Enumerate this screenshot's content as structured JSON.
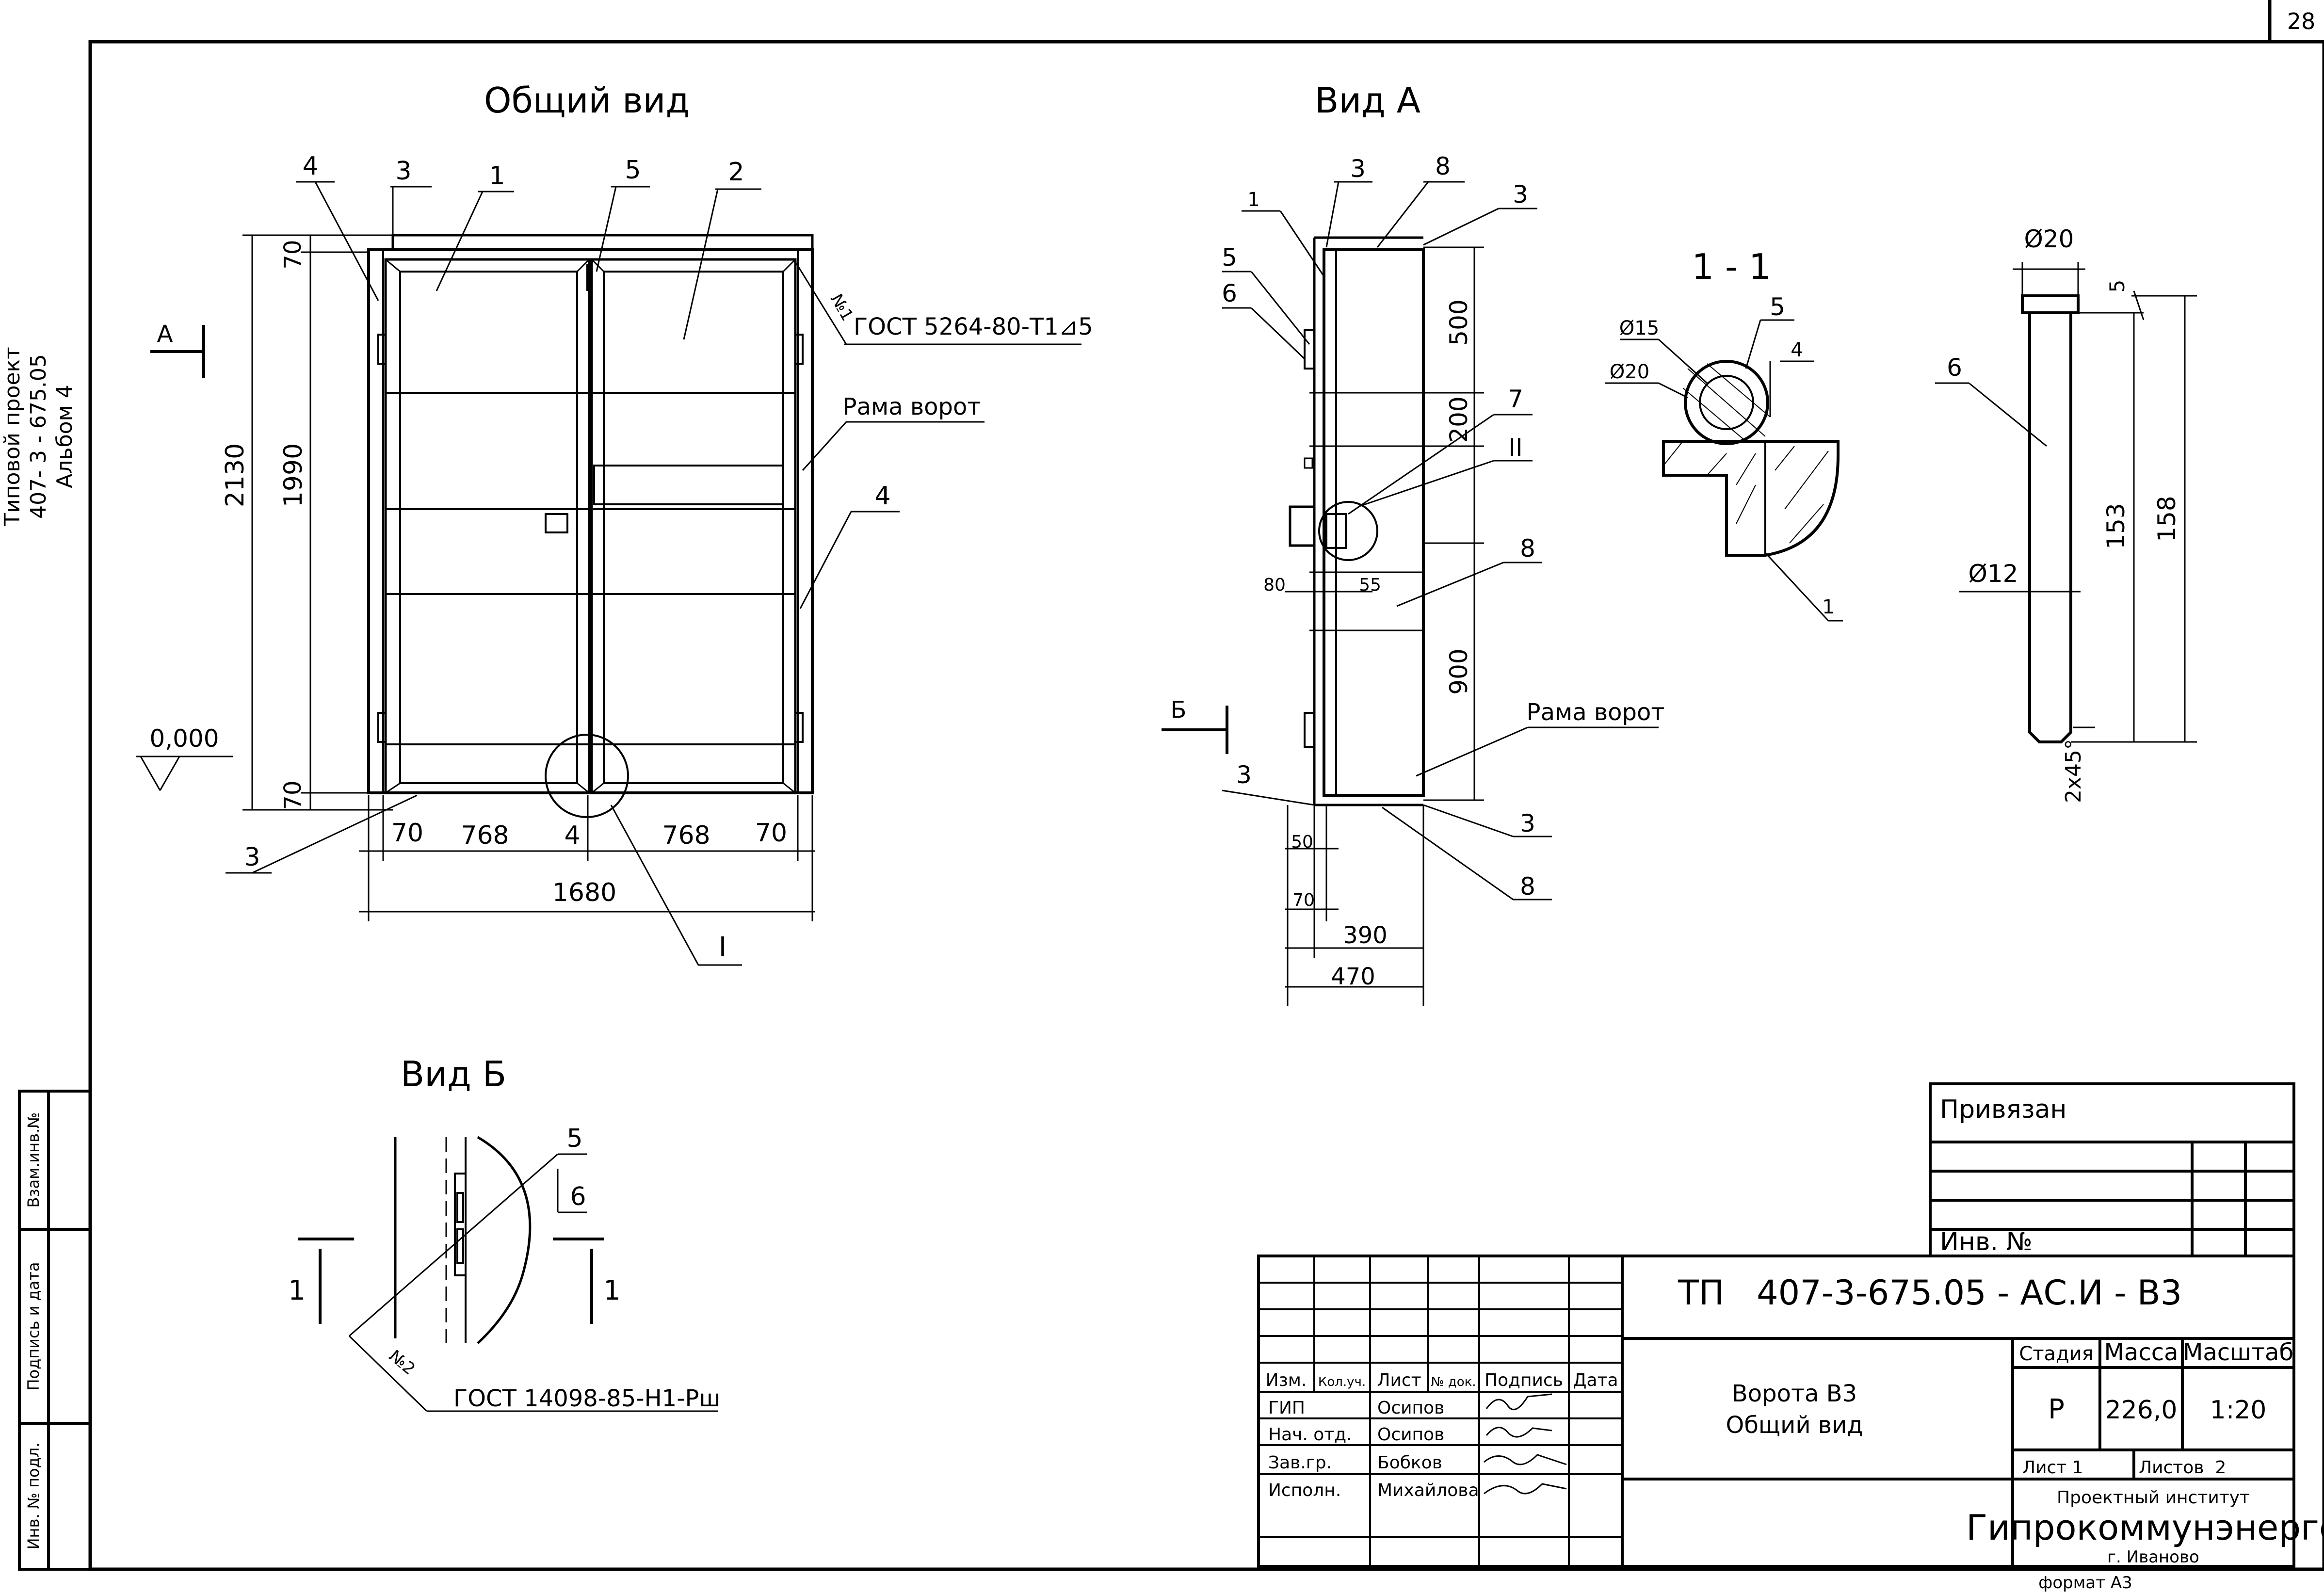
{
  "sheet": {
    "page_number": "28",
    "format": "формат А3"
  },
  "side_stamp": {
    "line1": "Типовой проект",
    "line2": "407- 3 - 675.05",
    "line3": "Альбом 4",
    "vzam_inv": "Взам.инв.№",
    "podpis_data": "Подпись и дата",
    "inv_podl": "Инв. № подл."
  },
  "view_general": {
    "title": "Общий вид",
    "callouts": [
      "4",
      "3",
      "1",
      "5",
      "2",
      "4",
      "3"
    ],
    "gost_weld": "ГОСТ 5264-80-Т1⊿5",
    "weld_no": "№1",
    "frame_label": "Рама ворот",
    "section_arrow": "А",
    "level": "0,000",
    "node": "I",
    "dims": {
      "top_70": "70",
      "h_2130": "2130",
      "h_1990": "1990",
      "bottom_70": "70",
      "w_70a": "70",
      "w_768a": "768",
      "w_4": "4",
      "w_768b": "768",
      "w_70b": "70",
      "w_1680": "1680"
    }
  },
  "view_a": {
    "title": "Вид А",
    "callouts": [
      "1",
      "3",
      "8",
      "3",
      "5",
      "6",
      "7",
      "II",
      "8",
      "3",
      "3",
      "8"
    ],
    "frame_label": "Рама ворот",
    "section_arrow": "Б",
    "dims": {
      "d500": "500",
      "d200": "200",
      "d900": "900",
      "d80": "80",
      "d55": "55",
      "d50": "50",
      "d70": "70",
      "d390": "390",
      "d470": "470"
    }
  },
  "section_1_1": {
    "title": "1 - 1",
    "callouts": [
      "5",
      "4",
      "1"
    ],
    "d15": "Ø15",
    "d20": "Ø20"
  },
  "pin_detail": {
    "callout": "6",
    "d20": "Ø20",
    "d12": "Ø12",
    "d5": "5",
    "d153": "153",
    "d158": "158",
    "chamfer": "2х45°"
  },
  "view_b": {
    "title": "Вид Б",
    "callouts": [
      "5",
      "6"
    ],
    "section_marks": [
      "1",
      "1"
    ],
    "weld_no": "№2",
    "gost_weld": "ГОСТ 14098-85-Н1-Рш"
  },
  "title_block": {
    "privyazan": "Привязан",
    "inv_no": "Инв. №",
    "code": "ТП   407-3-675.05 - АС.И - В3",
    "name_line1": "Ворота В3",
    "name_line2": "Общий вид",
    "headers": [
      "Изм.",
      "Кол.уч.",
      "Лист",
      "№ док.",
      "Подпись",
      "Дата"
    ],
    "rows": [
      {
        "role": "ГИП",
        "name": "Осипов"
      },
      {
        "role": "Нач. отд.",
        "name": "Осипов"
      },
      {
        "role": "Зав.гр.",
        "name": "Бобков"
      },
      {
        "role": "Исполн.",
        "name": "Михайлова"
      }
    ],
    "stage_label": "Стадия",
    "mass_label": "Масса",
    "scale_label": "Масштаб",
    "stage": "Р",
    "mass": "226,0",
    "scale": "1:20",
    "sheet": "Лист 1",
    "sheets": "Листов  2",
    "institute": "Проектный институт",
    "org": "Гипрокоммунэнерго",
    "city": "г. Иваново"
  }
}
